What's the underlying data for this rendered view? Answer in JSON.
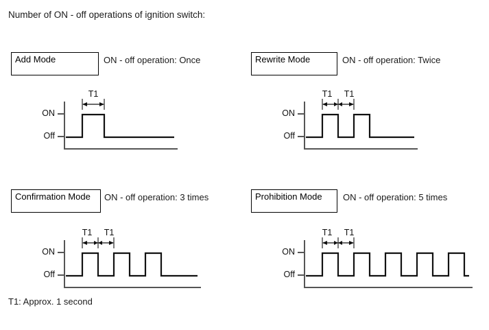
{
  "title": "Number of ON - off operations of ignition switch:",
  "footnote": "T1: Approx. 1 second",
  "axis": {
    "on_label": "ON",
    "off_label": "Off",
    "t1_label": "T1"
  },
  "panels": [
    {
      "mode": "Add Mode",
      "operation": "ON - off operation: Once",
      "pulses": 1,
      "t1_markers": 1
    },
    {
      "mode": "Rewrite Mode",
      "operation": "ON - off operation: Twice",
      "pulses": 2,
      "t1_markers": 2
    },
    {
      "mode": "Confirmation Mode",
      "operation": "ON - off operation: 3 times",
      "pulses": 3,
      "t1_markers": 2
    },
    {
      "mode": "Prohibition Mode",
      "operation": "ON - off operation: 5 times",
      "pulses": 5,
      "t1_markers": 2
    }
  ],
  "chart_data": {
    "type": "line",
    "title": "Number of ON - off operations of ignition switch:",
    "xlabel": "",
    "ylabel": "",
    "ytick_labels": [
      "ON",
      "Off"
    ],
    "annotations": [
      "T1",
      "T1: Approx. 1 second"
    ],
    "grid": false,
    "legend": "none",
    "series": [
      {
        "name": "Add Mode",
        "operation": "ON - off operation: Once",
        "pulse_count": 1,
        "levels": [
          "Off",
          "ON",
          "Off"
        ],
        "waveform": [
          {
            "t": 0,
            "state": "Off"
          },
          {
            "t": 1,
            "state": "ON"
          },
          {
            "t": 2,
            "state": "Off"
          },
          {
            "t": 6,
            "state": "Off"
          }
        ]
      },
      {
        "name": "Rewrite Mode",
        "operation": "ON - off operation: Twice",
        "pulse_count": 2,
        "waveform": [
          {
            "t": 0,
            "state": "Off"
          },
          {
            "t": 1,
            "state": "ON"
          },
          {
            "t": 2,
            "state": "Off"
          },
          {
            "t": 3,
            "state": "ON"
          },
          {
            "t": 4,
            "state": "Off"
          },
          {
            "t": 6,
            "state": "Off"
          }
        ]
      },
      {
        "name": "Confirmation Mode",
        "operation": "ON - off operation: 3 times",
        "pulse_count": 3,
        "waveform": [
          {
            "t": 0,
            "state": "Off"
          },
          {
            "t": 1,
            "state": "ON"
          },
          {
            "t": 2,
            "state": "Off"
          },
          {
            "t": 3,
            "state": "ON"
          },
          {
            "t": 4,
            "state": "Off"
          },
          {
            "t": 5,
            "state": "ON"
          },
          {
            "t": 6,
            "state": "Off"
          },
          {
            "t": 8,
            "state": "Off"
          }
        ]
      },
      {
        "name": "Prohibition Mode",
        "operation": "ON - off operation: 5 times",
        "pulse_count": 5,
        "waveform": [
          {
            "t": 0,
            "state": "Off"
          },
          {
            "t": 1,
            "state": "ON"
          },
          {
            "t": 2,
            "state": "Off"
          },
          {
            "t": 3,
            "state": "ON"
          },
          {
            "t": 4,
            "state": "Off"
          },
          {
            "t": 5,
            "state": "ON"
          },
          {
            "t": 6,
            "state": "Off"
          },
          {
            "t": 7,
            "state": "ON"
          },
          {
            "t": 8,
            "state": "Off"
          },
          {
            "t": 9,
            "state": "ON"
          },
          {
            "t": 10,
            "state": "Off"
          },
          {
            "t": 11.5,
            "state": "Off"
          }
        ]
      }
    ],
    "t1_duration_seconds": 1,
    "t1_note": "T1: Approx. 1 second"
  },
  "colors": {
    "line": "#111111",
    "axis": "#555555",
    "text": "#1a1a1a",
    "background": "#ffffff"
  }
}
